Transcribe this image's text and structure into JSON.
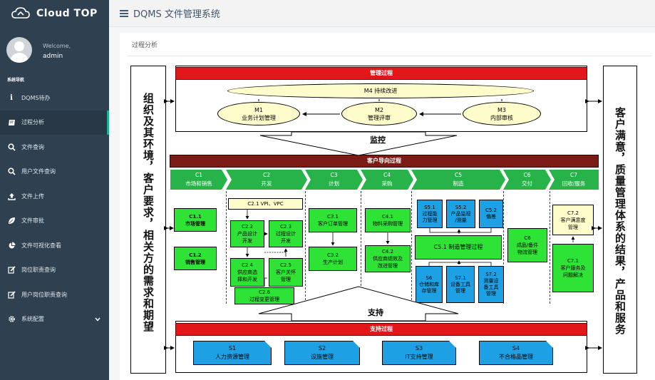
{
  "brand": {
    "name": "Cloud TOP"
  },
  "profile": {
    "welcome": "Welcome,",
    "username": "admin"
  },
  "sidebar": {
    "header": "系统导航",
    "items": [
      {
        "label": "DQMS待办",
        "icon": "info-icon"
      },
      {
        "label": "过程分析",
        "icon": "book-icon",
        "active": true
      },
      {
        "label": "文件查询",
        "icon": "search-icon"
      },
      {
        "label": "用户文件查询",
        "icon": "search-icon"
      },
      {
        "label": "文件上传",
        "icon": "upload-icon"
      },
      {
        "label": "文件审批",
        "icon": "leaf-icon"
      },
      {
        "label": "文件可视化查看",
        "icon": "pie-chart-icon"
      },
      {
        "label": "岗位职责查询",
        "icon": "edit-icon"
      },
      {
        "label": "用户岗位职责查询",
        "icon": "edit-icon"
      },
      {
        "label": "系统配置",
        "icon": "gear-icon"
      }
    ]
  },
  "topbar": {
    "title": "DQMS 文件管理系统"
  },
  "panel": {
    "title": "过程分析"
  },
  "diagram": {
    "left_text": "组织及其环境，客户要求，相关方的需求和期望",
    "right_text": "客户满意，质量管理体系的结果，产品和服务",
    "management": {
      "title": "管理过程",
      "m4": "M4 持续改进",
      "m1": {
        "code": "M1",
        "name": "业务计划管理"
      },
      "m2": {
        "code": "M2",
        "name": "管理评审"
      },
      "m3": {
        "code": "M3",
        "name": "内部审核"
      }
    },
    "monitor_label": "监控",
    "customer": {
      "title": "客户导向过程",
      "stages": [
        {
          "code": "C1",
          "name": "市场和销售"
        },
        {
          "code": "C2",
          "name": "开发"
        },
        {
          "code": "C3",
          "name": "计划"
        },
        {
          "code": "C4",
          "name": "采购"
        },
        {
          "code": "C5",
          "name": "制造"
        },
        {
          "code": "C6",
          "name": "交付"
        },
        {
          "code": "C7",
          "name": "回收/服务"
        }
      ],
      "c1_1": {
        "code": "C1.1",
        "name": "市场管理"
      },
      "c1_2": {
        "code": "C1.2",
        "name": "销售管理"
      },
      "c2_1": "C2.1 VPI、VPC",
      "c2_2": {
        "code": "C2.2",
        "l1": "产品设计",
        "l2": "开发"
      },
      "c2_3": {
        "code": "C2.3",
        "l1": "过程设计",
        "l2": "开发"
      },
      "c2_4": {
        "code": "C2.4",
        "l1": "供应商选",
        "l2": "择和开发"
      },
      "c2_5": {
        "code": "C2.5",
        "l1": "客户关怀",
        "l2": "管理"
      },
      "c2_6": {
        "code": "C2.6",
        "name": "过程变更管理"
      },
      "c3_1": {
        "code": "C3.1",
        "name": "客户订单管理"
      },
      "c3_2": {
        "code": "C3.2",
        "name": "生产计划"
      },
      "c4_1": {
        "code": "C4.1",
        "name": "物料采购管理"
      },
      "c4_2": {
        "code": "C4.2",
        "l1": "供应商绩效及",
        "l2": "改进管理"
      },
      "c5_1": {
        "code": "S5.1",
        "l1": "过程能",
        "l2": "力管理"
      },
      "c5_2": {
        "code": "S5.2",
        "l1": "产品监视",
        "l2": "/测量"
      },
      "c5_3": {
        "code": "C5.2",
        "l1": "偏差"
      },
      "c5_main": "C5.1 制造管理过程",
      "s6": {
        "code": "S6",
        "l1": "仓储和库",
        "l2": "存管理"
      },
      "s7_1": {
        "code": "S7.1",
        "l1": "设备工具",
        "l2": "管理"
      },
      "s7_2": {
        "code": "S7.2",
        "l1": "测量设",
        "l2": "备工具",
        "l3": "管理"
      },
      "c6": {
        "code": "C6",
        "l1": "成品/备件",
        "l2": "物流管理"
      },
      "c7_2": {
        "code": "C7.2",
        "l1": "客户满意度",
        "l2": "管理"
      },
      "c7_1": {
        "code": "C7.1",
        "l1": "客户服务及",
        "l2": "问题解决"
      }
    },
    "support_label": "支持",
    "support": {
      "title": "支持过程",
      "items": [
        {
          "code": "S1",
          "name": "人力资源管理"
        },
        {
          "code": "S2",
          "name": "设施管理"
        },
        {
          "code": "S3",
          "name": "IT支持管理"
        },
        {
          "code": "S4",
          "name": "不合格品管理"
        }
      ]
    }
  }
}
